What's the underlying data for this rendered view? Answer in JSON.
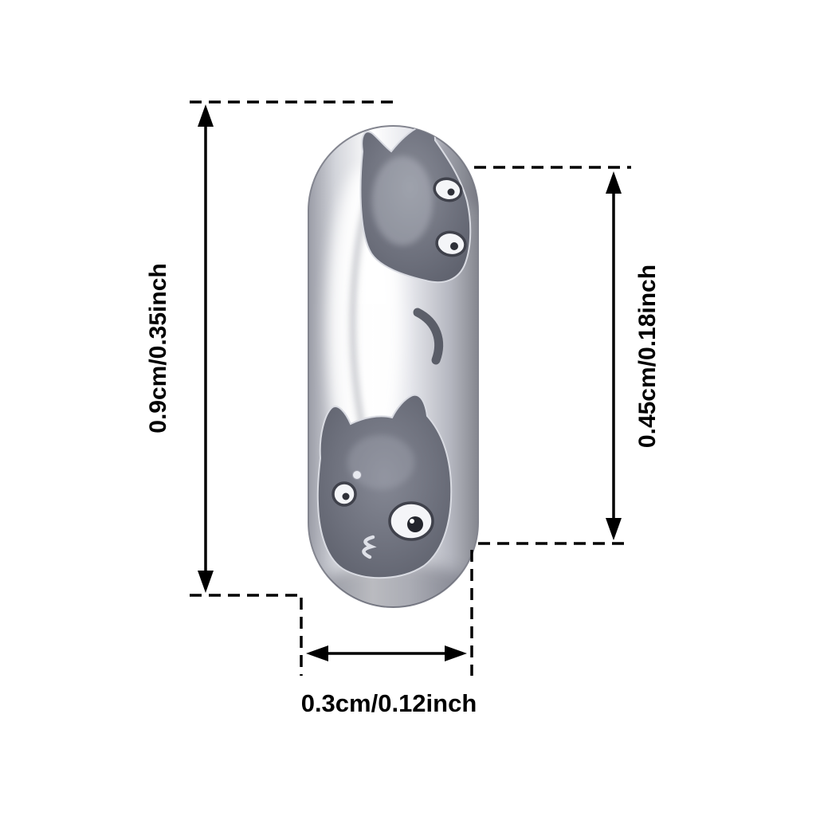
{
  "image": {
    "type": "product-dimension-diagram",
    "background_color": "#ffffff"
  },
  "product": {
    "subject": "silver-spacer-charm-with-cat-engraving",
    "colors": {
      "metal_highlight": "#ffffff",
      "metal_mid": "#d9dbe0",
      "metal_shadow": "#8a8c96",
      "engraving_dark": "#6b6e7a",
      "dimension_line": "#000000"
    }
  },
  "dimensions": {
    "overall_height": "0.9cm/0.35inch",
    "inner_height": "0.45cm/0.18inch",
    "width": "0.3cm/0.12inch"
  }
}
